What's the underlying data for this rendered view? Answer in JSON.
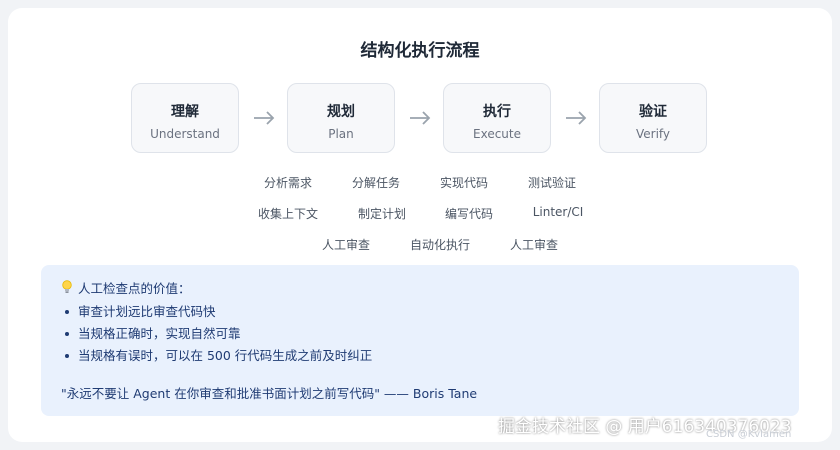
{
  "title": "结构化执行流程",
  "steps": [
    {
      "zh": "理解",
      "en": "Understand"
    },
    {
      "zh": "规划",
      "en": "Plan"
    },
    {
      "zh": "执行",
      "en": "Execute"
    },
    {
      "zh": "验证",
      "en": "Verify"
    }
  ],
  "activities": {
    "row1": [
      "分析需求",
      "分解任务",
      "实现代码",
      "测试验证"
    ],
    "row2": [
      "收集上下文",
      "制定计划",
      "编写代码",
      "Linter/CI"
    ],
    "row3": [
      "人工审查",
      "自动化执行",
      "人工审查"
    ]
  },
  "note": {
    "heading": "人工检查点的价值：",
    "items": [
      "审查计划远比审查代码快",
      "当规格正确时，实现自然可靠",
      "当规格有误时，可以在 500 行代码生成之前及时纠正"
    ],
    "quote": "\"永远不要让 Agent 在你审查和批准书面计划之前写代码\" —— Boris Tane"
  },
  "watermark": {
    "main": "掘金技术社区 @ 用户616340376023",
    "sub": "CSDN @Kvlamen"
  },
  "colors": {
    "accent_bg": "#e9f1fd",
    "accent_text": "#1f3b73",
    "arrow": "#9aa3ad"
  }
}
